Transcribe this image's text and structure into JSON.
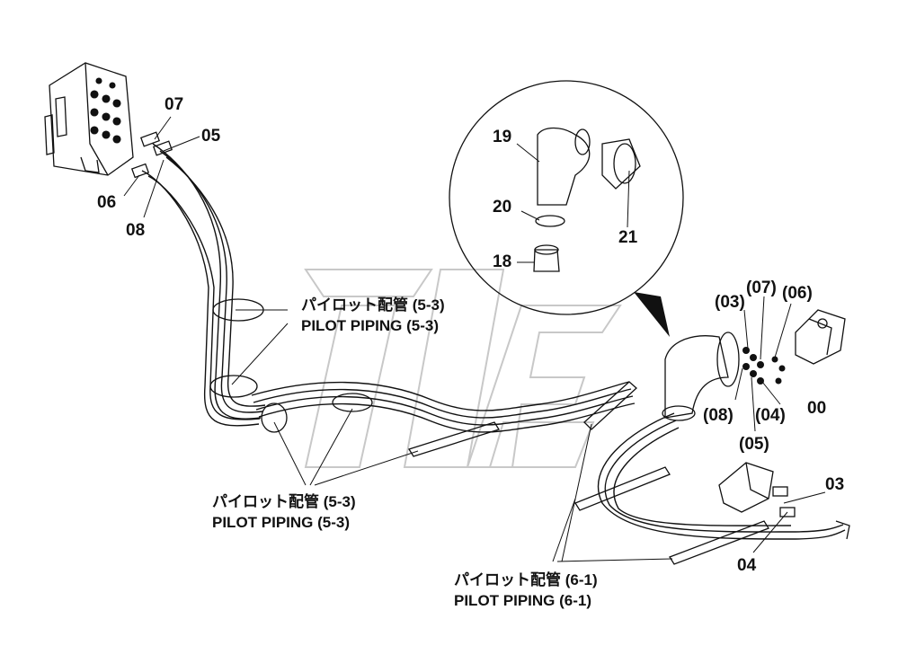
{
  "labels": {
    "p07": "07",
    "p05": "05",
    "p06": "06",
    "p08": "08",
    "p19": "19",
    "p20": "20",
    "p18": "18",
    "p21": "21",
    "p03_paren": "(03)",
    "p07_paren": "(07)",
    "p06_paren": "(06)",
    "p08_paren": "(08)",
    "p04_paren": "(04)",
    "p05_paren": "(05)",
    "p00": "00",
    "p03": "03",
    "p04": "04"
  },
  "captions": {
    "upper_jp": "パイロット配管 (5-3)",
    "upper_en": "PILOT PIPING (5-3)",
    "lower_left_jp": "パイロット配管 (5-3)",
    "lower_left_en": "PILOT PIPING (5-3)",
    "lower_right_jp": "パイロット配管 (6-1)",
    "lower_right_en": "PILOT PIPING (6-1)"
  }
}
